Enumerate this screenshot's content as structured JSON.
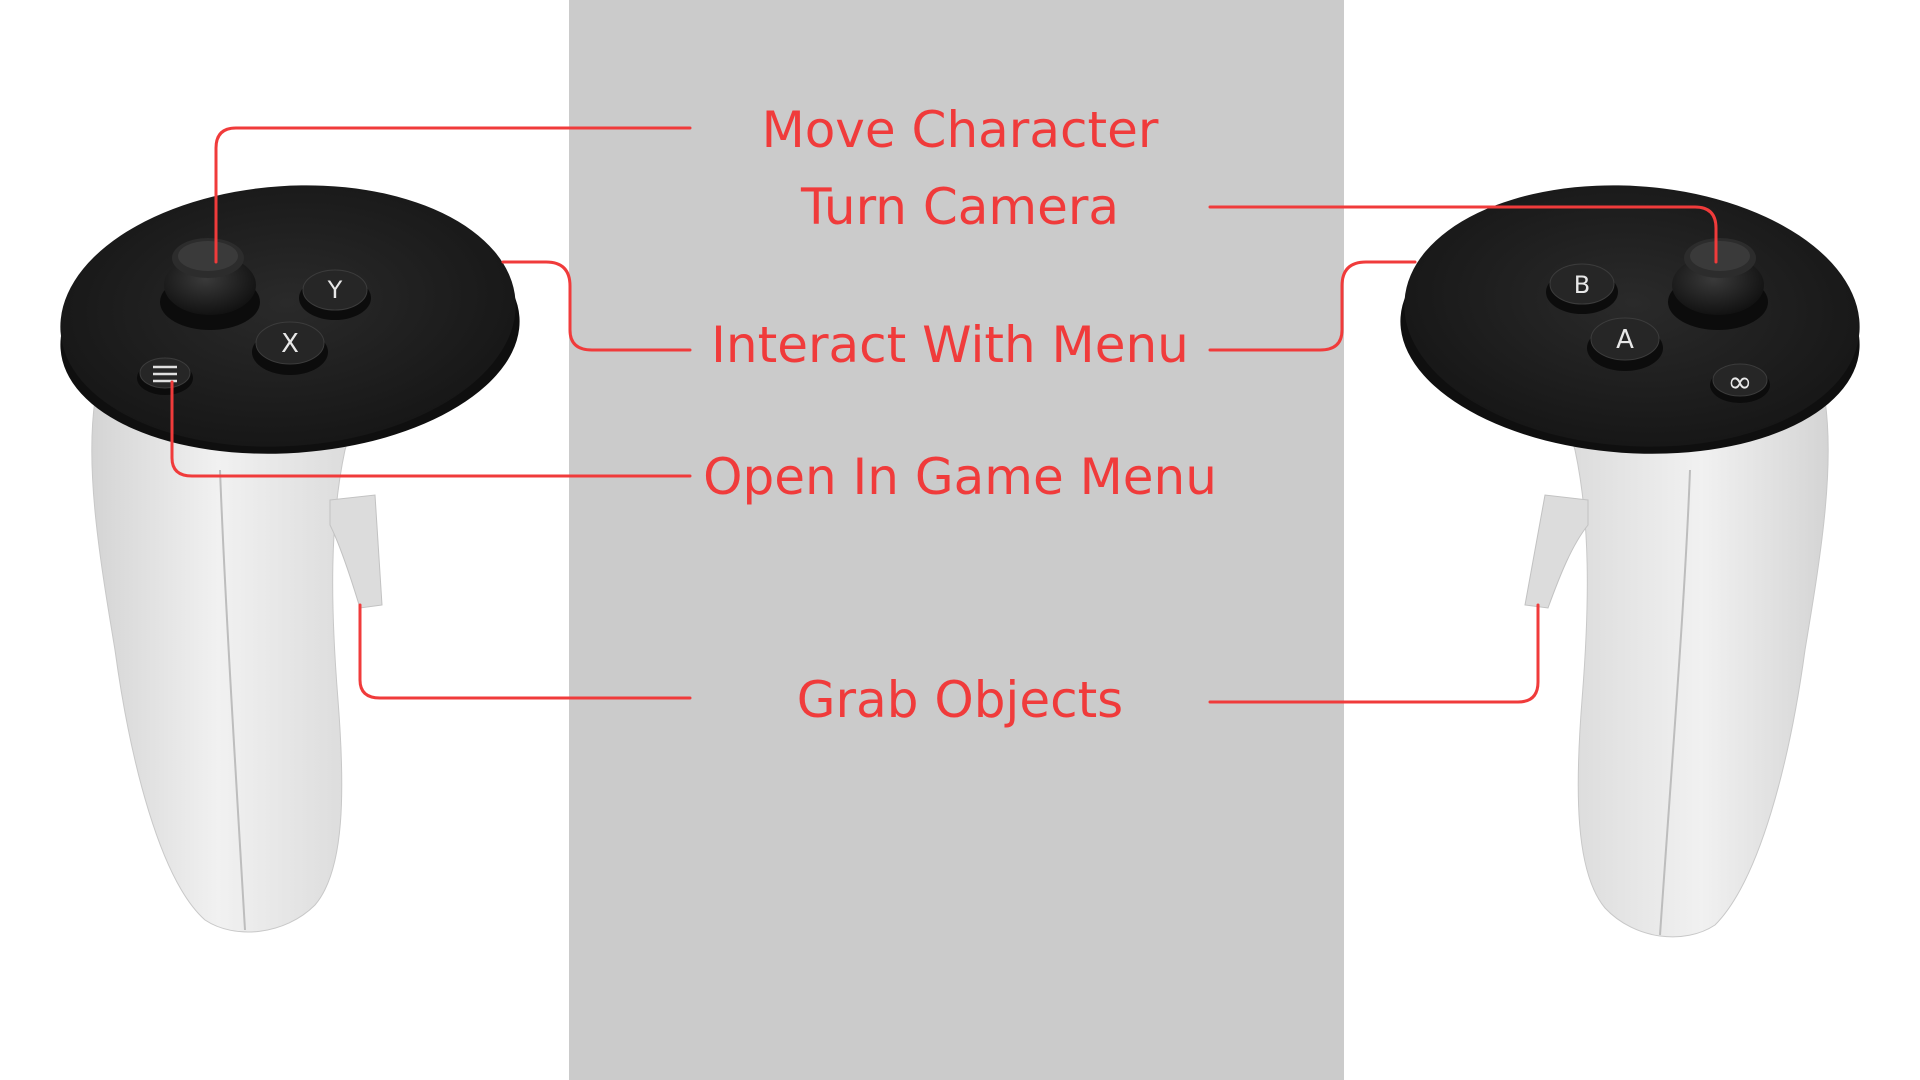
{
  "labels": {
    "move_character": "Move Character",
    "turn_camera": "Turn Camera",
    "interact_with_menu": "Interact With Menu",
    "open_in_game_menu": "Open In Game Menu",
    "grab_objects": "Grab Objects"
  },
  "left_controller": {
    "buttons": {
      "y": "Y",
      "x": "X",
      "menu": "≡"
    }
  },
  "right_controller": {
    "buttons": {
      "b": "B",
      "a": "A",
      "oculus": "∞"
    }
  },
  "colors": {
    "callout": "#f03b3b",
    "panel": "#cbcbcb",
    "controller_body": "#e6e6e6",
    "controller_face": "#1c1c1c"
  }
}
